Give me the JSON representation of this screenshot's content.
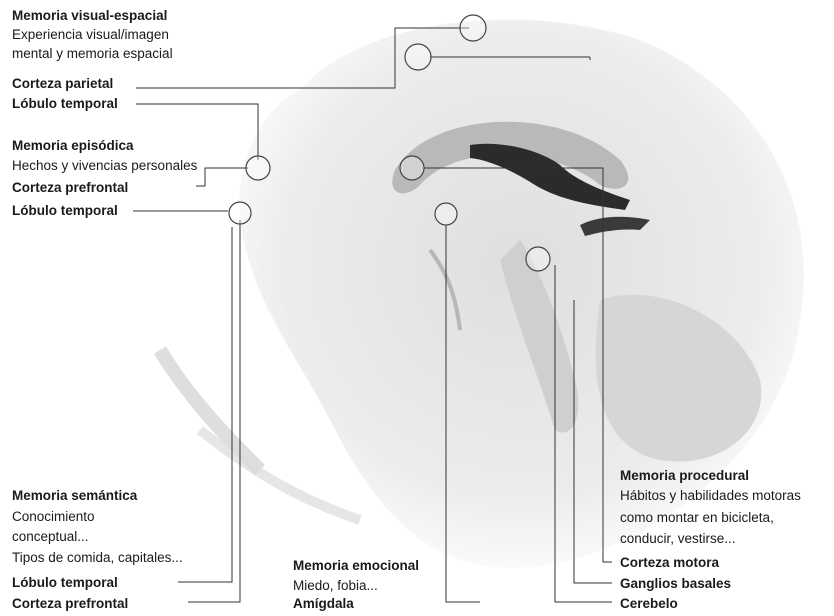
{
  "groups": {
    "visual": {
      "title": "Memoria visual-espacial",
      "desc1": "Experiencia visual/imagen",
      "desc2": "mental y memoria espacial",
      "region1": "Corteza parietal",
      "region2": "Lóbulo temporal"
    },
    "episodic": {
      "title": "Memoria episódica",
      "desc1": "Hechos y vivencias personales",
      "region1": "Corteza prefrontal",
      "region2": "Lóbulo temporal"
    },
    "semantic": {
      "title": "Memoria semántica",
      "desc1": "Conocimiento",
      "desc2": "conceptual...",
      "desc3": "Tipos de comida, capitales...",
      "region1": "Lóbulo temporal",
      "region2": "Corteza prefrontal"
    },
    "emotional": {
      "title": "Memoria emocional",
      "desc1": "Miedo, fobia...",
      "region1": "Amígdala"
    },
    "procedural": {
      "title": "Memoria procedural",
      "desc1": "Hábitos y habilidades motoras",
      "desc2": "como montar en bicicleta,",
      "desc3": "conducir, vestirse...",
      "region1": "Corteza motora",
      "region2": "Ganglios basales",
      "region3": "Cerebelo"
    }
  },
  "colors": {
    "text": "#1a1a1a",
    "line": "#333333",
    "brain": "#c8c8c8"
  }
}
